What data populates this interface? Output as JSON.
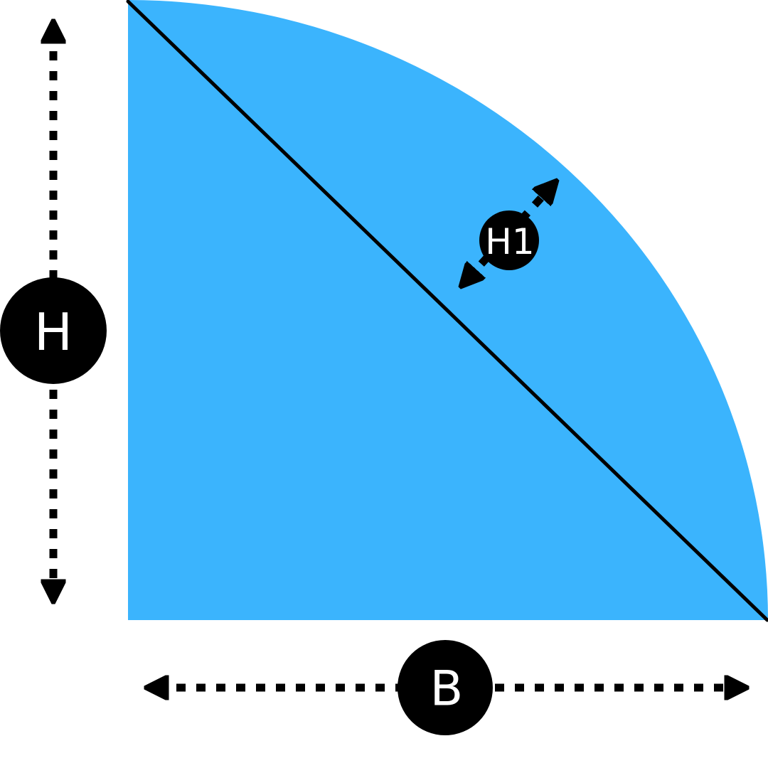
{
  "colors": {
    "shape_fill": "#3bb4fd",
    "line": "#000000",
    "label_text": "#ffffff",
    "background": "#ffffff"
  },
  "labels": {
    "height": "H",
    "base": "B",
    "segment_height": "H1"
  }
}
